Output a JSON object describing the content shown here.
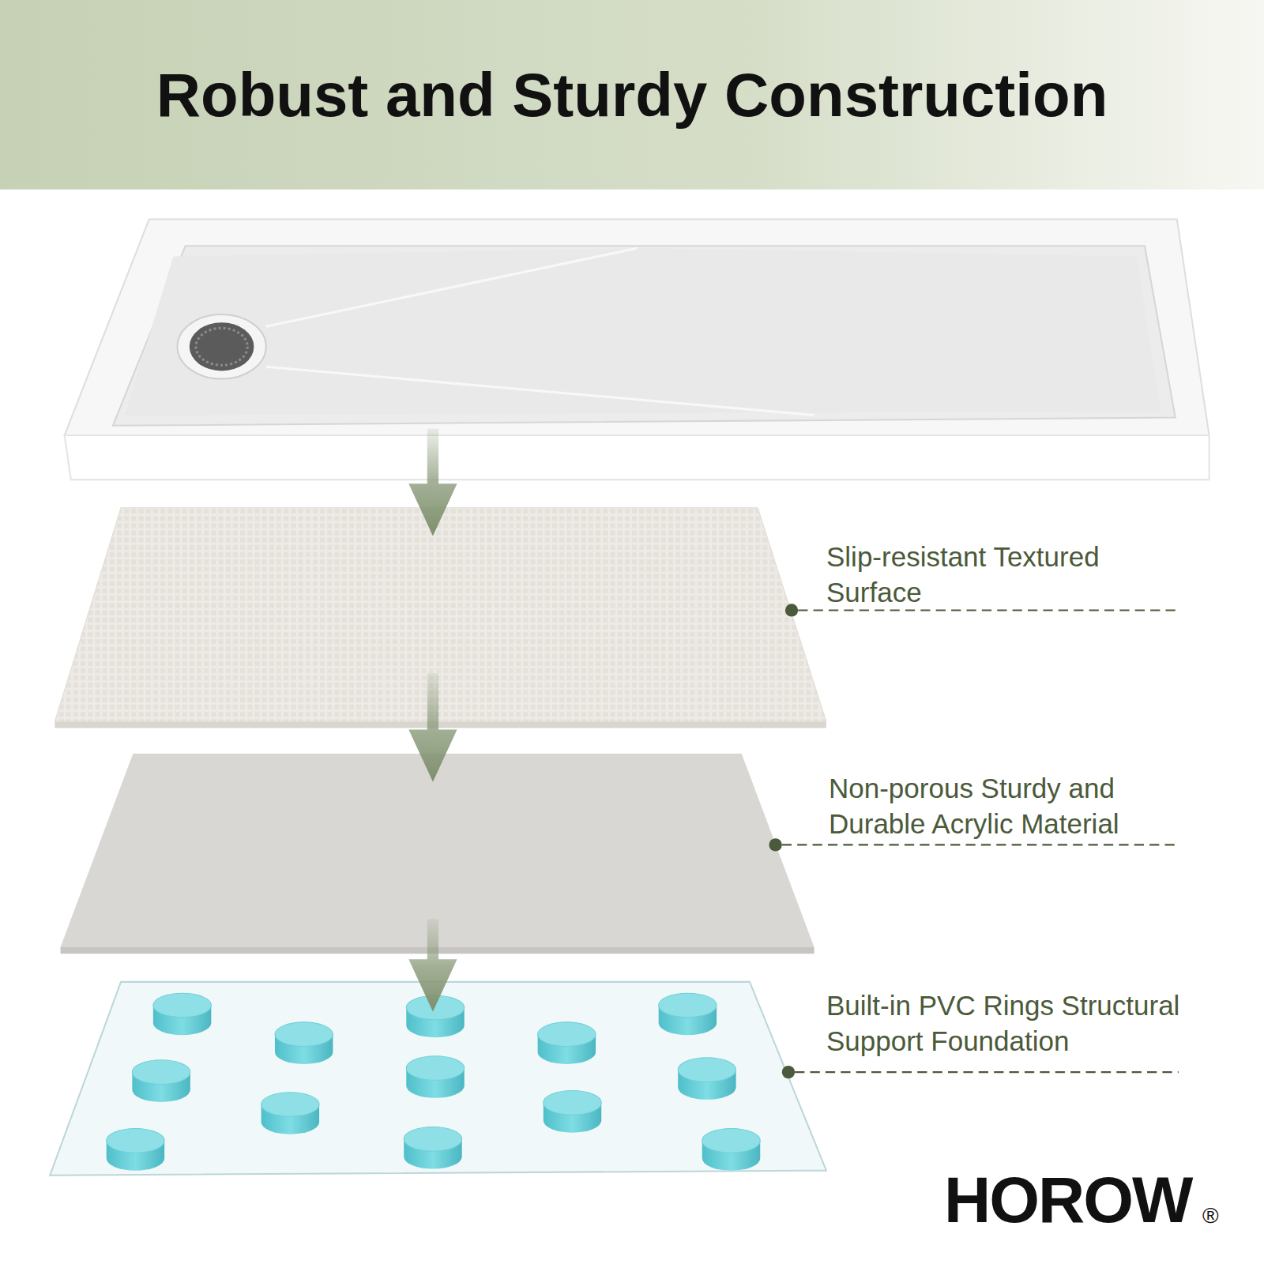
{
  "diagram": {
    "title": "Robust and Sturdy Construction",
    "labels": [
      "Slip-resistant Textured Surface",
      "Non-porous Sturdy and Durable Acrylic Material",
      "Built-in PVC Rings Structural Support Foundation",
      "HOROW",
      "®"
    ]
  }
}
